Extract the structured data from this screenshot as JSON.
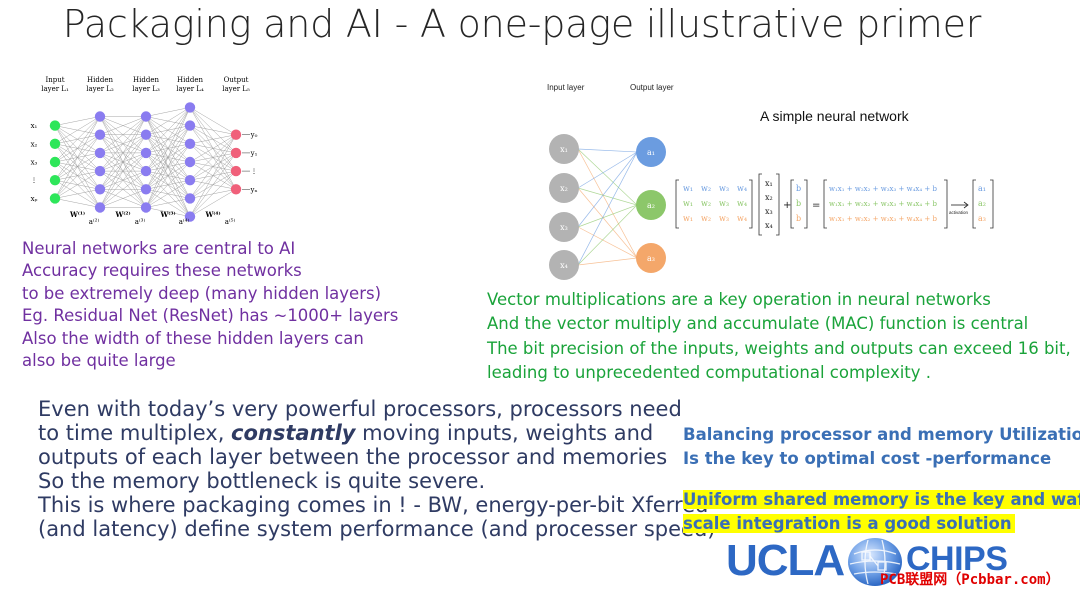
{
  "title": "Packaging and AI - A one-page illustrative primer",
  "left_diagram": {
    "layer_labels": [
      "Input\nlayer L1",
      "Hidden\nlayer L2",
      "Hidden\nlayer L3",
      "Hidden\nlayer L4",
      "Output\nlayer L5"
    ],
    "layer_labels_line1": [
      "Input",
      "Hidden",
      "Hidden",
      "Hidden",
      "Output"
    ],
    "layer_labels_line2": [
      "layer L₁",
      "layer L₂",
      "layer L₃",
      "layer L₄",
      "layer L₅"
    ],
    "input_labels": [
      "x₁",
      "x₂",
      "x₃",
      "⋮",
      "xₚ"
    ],
    "output_labels": [
      "y₀",
      "y₁",
      "⋮",
      "yₙ"
    ],
    "weight_labels": [
      "W⁽¹⁾",
      "W⁽²⁾",
      "W⁽³⁾",
      "W⁽⁴⁾"
    ],
    "activation_labels": [
      "a⁽²⁾",
      "a⁽³⁾",
      "a⁽⁴⁾",
      "a⁽⁵⁾"
    ],
    "colors": {
      "input": "#2ee65a",
      "hidden": "#8a7cf0",
      "output": "#f0607a"
    }
  },
  "right_diagram": {
    "input_header": "Input layer",
    "output_header": "Output layer",
    "title": "A simple neural network",
    "inputs": [
      "x₁",
      "x₂",
      "x₃",
      "x₄"
    ],
    "outputs": [
      "a₁",
      "a₂",
      "a₃"
    ],
    "weight_rows": [
      [
        "w₁",
        "w₂",
        "w₃",
        "w₄"
      ],
      [
        "w₁",
        "w₂",
        "w₃",
        "w₄"
      ],
      [
        "w₁",
        "w₂",
        "w₃",
        "w₄"
      ]
    ],
    "x_vector": [
      "x₁",
      "x₂",
      "x₃",
      "x₄"
    ],
    "b_vector": [
      "b",
      "b",
      "b"
    ],
    "result_rows": [
      "w₁x₁ + w₂x₂ + w₃x₃ + w₄x₄ + b",
      "w₁x₁ + w₂x₂ + w₃x₃ + w₄x₄ + b",
      "w₁x₁ + w₂x₂ + w₃x₃ + w₄x₄ + b"
    ],
    "activation_label": "activation",
    "a_vector": [
      "a₁",
      "a₂",
      "a₃"
    ],
    "colors": {
      "node_input": "#b3b3b3",
      "out1": "#6b9ce0",
      "out2": "#8cc76a",
      "out3": "#f4a76a"
    }
  },
  "purple_text": [
    "Neural networks are central to AI",
    "Accuracy requires these networks",
    "to be extremely deep (many hidden layers)",
    "Eg. Residual Net (ResNet) has ~1000+ layers",
    "Also the width of these hidden layers can",
    "also be quite large"
  ],
  "green_text": [
    "Vector multiplications are a key operation in neural networks",
    "And the vector  multiply and accumulate (MAC) function is central",
    "The bit precision of the inputs, weights and outputs can exceed 16 bit,",
    "leading to unprecedented computational complexity ."
  ],
  "bottom_text": {
    "line1": "Even with today’s very powerful processors, processors need",
    "line2_a": "to time multiplex, ",
    "line2_em": "constantly",
    "line2_b": " moving inputs, weights and",
    "line3": "outputs of each layer between the processor and memories",
    "line4": "So the memory bottleneck is quite severe.",
    "line5": "This is where packaging comes in ! - BW, energy-per-bit Xferred",
    "line6": "(and latency) define system performance (and processer speed)"
  },
  "right_text": {
    "blue_line1": "Balancing processor and memory Utilization",
    "blue_line2": "Is the key to optimal cost -performance",
    "highlight_line1": "Uniform shared memory is the key and wafer",
    "highlight_line2": "scale integration is a good solution"
  },
  "logo": {
    "ucla": "UCLA",
    "chips": "CHIPS"
  },
  "watermark": "PCB联盟网（Pcbbar.com）"
}
